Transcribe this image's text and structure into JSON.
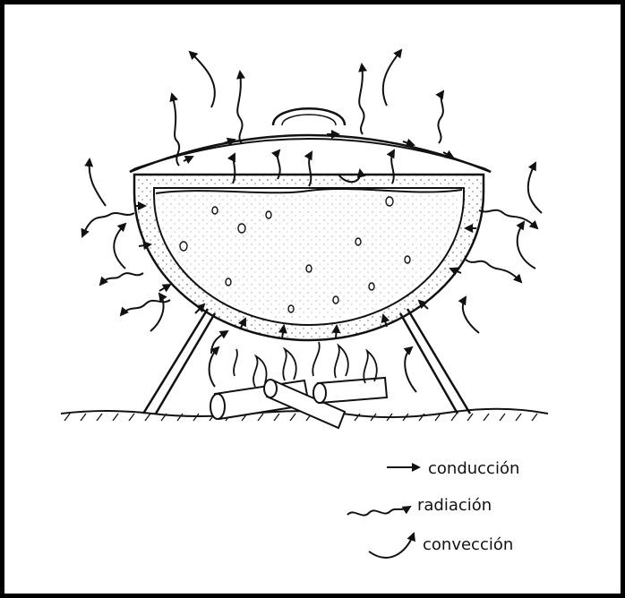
{
  "legend": {
    "conduction": "conducción",
    "radiation": "radiación",
    "convection": "convección"
  },
  "colors": {
    "ink": "#111111",
    "border": "#000000",
    "background": "#ffffff"
  },
  "icons": [
    "conduction-arrow-icon",
    "radiation-wavy-arrow-icon",
    "convection-curved-arrow-icon"
  ]
}
